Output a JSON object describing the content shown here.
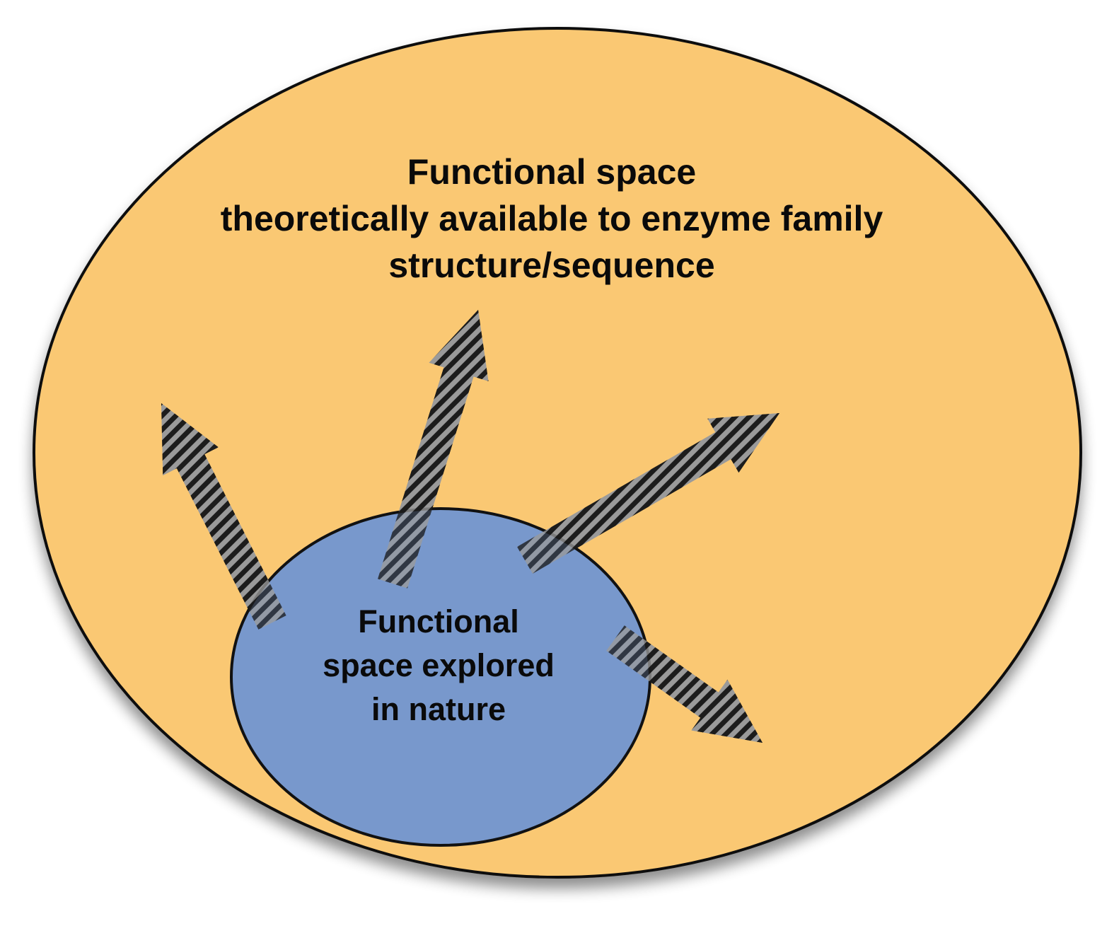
{
  "outer_region": {
    "fill": "#fac873",
    "stroke": "#111111",
    "lines": [
      "Functional space",
      "theoretically available to enzyme family",
      "structure/sequence"
    ]
  },
  "inner_region": {
    "fill": "#7898cc",
    "stroke": "#111111",
    "lines": [
      "Functional",
      "space explored",
      "in nature"
    ]
  },
  "arrows": {
    "count": 4,
    "stripe_colors": [
      "#1c1c1c",
      "#9a9a9a"
    ],
    "items": [
      {
        "name": "arrow-upper-left",
        "direction": "upper-left"
      },
      {
        "name": "arrow-up",
        "direction": "up"
      },
      {
        "name": "arrow-upper-right",
        "direction": "upper-right"
      },
      {
        "name": "arrow-lower-right",
        "direction": "lower-right"
      }
    ]
  }
}
